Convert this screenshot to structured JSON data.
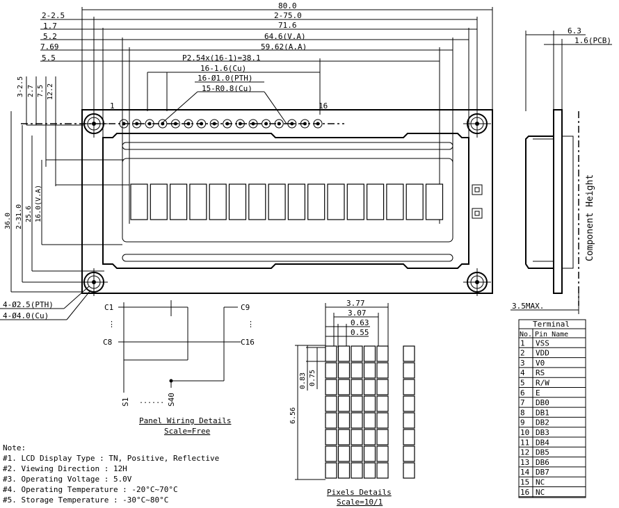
{
  "top_dims": [
    {
      "label": "80.0"
    },
    {
      "label": "2-2.5"
    },
    {
      "label": "2-75.0"
    },
    {
      "label": "1.7"
    },
    {
      "label": "71.6"
    },
    {
      "label": "5.2"
    },
    {
      "label": "64.6(V.A)"
    },
    {
      "label": "7.69"
    },
    {
      "label": "59.62(A.A)"
    },
    {
      "label": "5.5"
    },
    {
      "label": "P2.54x(16-1)=38.1"
    },
    {
      "label": "16-1.6(Cu)"
    },
    {
      "label": "16-Ø1.0(PTH)"
    },
    {
      "label": "15-R0.8(Cu)"
    }
  ],
  "left_dims": [
    "3-2.5",
    "2.7",
    "7.5",
    "12.2"
  ],
  "vert_dims": [
    "36.0",
    "2-31.0",
    "25.6",
    "16.0(V.A)"
  ],
  "pin_labels": {
    "first": "1",
    "last": "16"
  },
  "hole_labels": [
    "4-Ø2.5(PTH)",
    "4-Ø4.0(Cu)"
  ],
  "side_view": {
    "dim1": "6.3",
    "dim2": "1.6(PCB)",
    "label": "Component Height",
    "max": "3.5MAX."
  },
  "wiring": {
    "c1": "C1",
    "c8": "C8",
    "c9": "C9",
    "c16": "C16",
    "s1": "S1",
    "s40": "S40",
    "dots": "......",
    "title": "Panel Wiring Details",
    "scale": "Scale=Free"
  },
  "pixels": {
    "d1": "3.77",
    "d2": "3.07",
    "d3": "0.63",
    "d4": "0.55",
    "v1": "0.83",
    "v2": "0.75",
    "v3": "6.56",
    "title": "Pixels Details",
    "scale": "Scale=10/1"
  },
  "notes": {
    "header": "Note:",
    "lines": [
      "#1. LCD Display Type : TN, Positive, Reflective",
      "#2. Viewing Direction : 12H",
      "#3. Operating Voltage : 5.0V",
      "#4. Operating Temperature : -20°C~70°C",
      "#5. Storage Temperature : -30°C~80°C"
    ]
  },
  "terminal": {
    "title": "Terminal",
    "col_no": "No.",
    "col_name": "Pin Name",
    "rows": [
      [
        "1",
        "VSS"
      ],
      [
        "2",
        "VDD"
      ],
      [
        "3",
        "V0"
      ],
      [
        "4",
        "RS"
      ],
      [
        "5",
        "R/W"
      ],
      [
        "6",
        "E"
      ],
      [
        "7",
        "DB0"
      ],
      [
        "8",
        "DB1"
      ],
      [
        "9",
        "DB2"
      ],
      [
        "10",
        "DB3"
      ],
      [
        "11",
        "DB4"
      ],
      [
        "12",
        "DB5"
      ],
      [
        "13",
        "DB6"
      ],
      [
        "14",
        "DB7"
      ],
      [
        "15",
        "NC"
      ],
      [
        "16",
        "NC"
      ]
    ]
  }
}
